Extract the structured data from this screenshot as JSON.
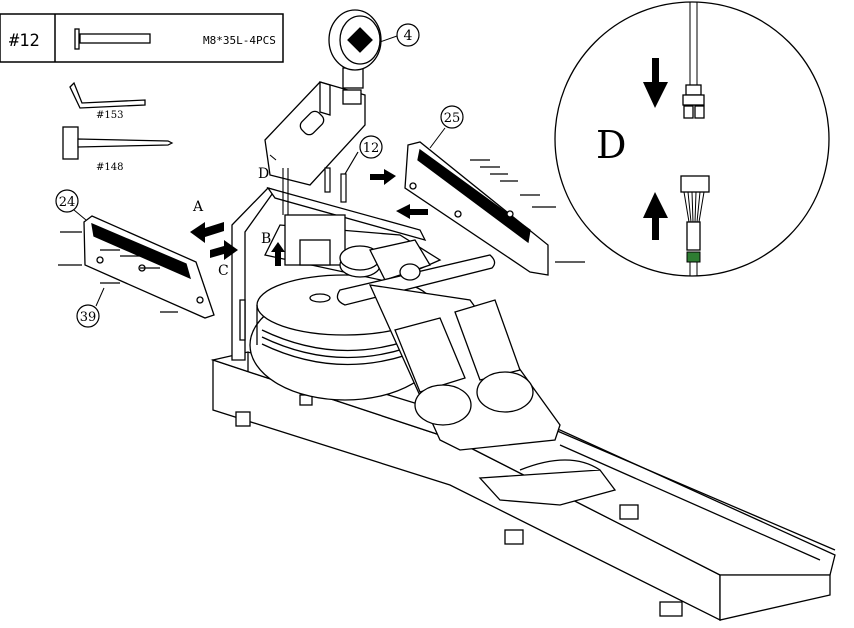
{
  "hardware_box": {
    "part_number": "#12",
    "bolt_spec": "M8*35L-4PCS"
  },
  "tools": {
    "allen_key": "#153",
    "hammer_tool": "#148"
  },
  "part_callouts": {
    "monitor": "4",
    "bolt": "12",
    "right_cover": "25",
    "left_cover": "24",
    "screw": "39"
  },
  "step_letters": {
    "a": "A",
    "b": "B",
    "c": "C",
    "d": "D"
  },
  "detail_view": {
    "label": "D"
  }
}
